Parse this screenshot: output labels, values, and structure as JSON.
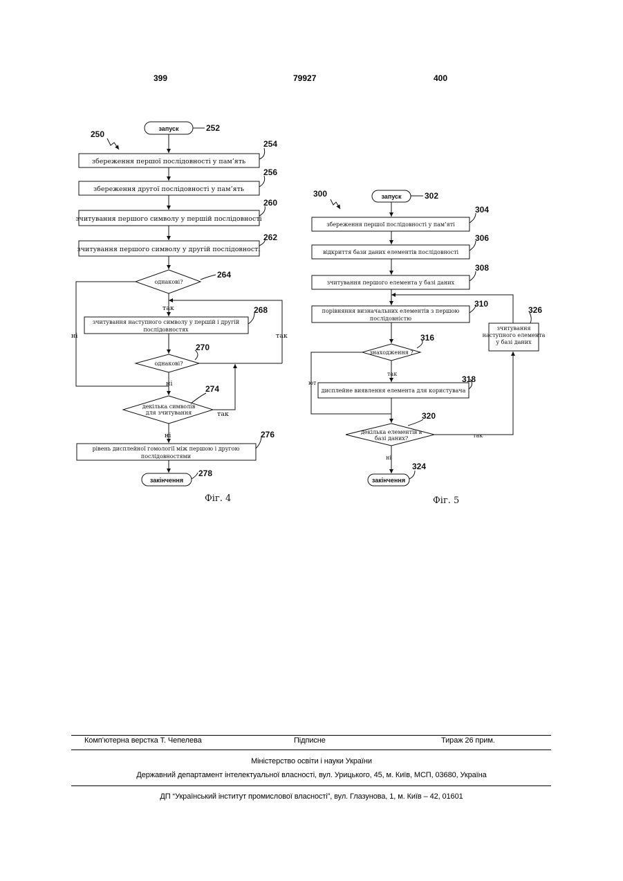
{
  "header": {
    "left_page": "399",
    "patent_number": "79927",
    "right_page": "400"
  },
  "fig4": {
    "ref": "250",
    "caption": "Фіг. 4",
    "start": {
      "label": "запуск",
      "ref": "252"
    },
    "step1": {
      "label": "збереження першої послідовності у пам’ять",
      "ref": "254"
    },
    "step2": {
      "label": "збереження другої послідовності у пам’ять",
      "ref": "256"
    },
    "step3": {
      "label": "зчитування першого символу у першій послідовності",
      "ref": "260"
    },
    "step4": {
      "label": "зчитування першого символу у другій послідовності",
      "ref": "262"
    },
    "dec1": {
      "label": "однакові?",
      "ref": "264"
    },
    "step5": {
      "line1": "зчитування наступного символу у першій і другій",
      "line2": "послідовностях",
      "ref": "268"
    },
    "dec2": {
      "label": "однакові?",
      "ref": "270"
    },
    "dec3": {
      "line1": "декілька символів",
      "line2": "для зчитування",
      "ref": "274"
    },
    "step6": {
      "line1": "рівень дисплейної гомології між першою і другою",
      "line2": "послідовностями",
      "ref": "276"
    },
    "end": {
      "label": "закінчення",
      "ref": "278"
    },
    "yes1": "так",
    "yes2": "так",
    "yes3": "так",
    "no1": "ні",
    "no2": "ні",
    "no3": "ні"
  },
  "fig5": {
    "ref": "300",
    "caption": "Фіг. 5",
    "start": {
      "label": "запуск",
      "ref": "302"
    },
    "step1": {
      "label": "збереження першої послідовності у пам’яті",
      "ref": "304"
    },
    "step2": {
      "label": "відкриття бази даних елементів послідовності",
      "ref": "306"
    },
    "step3": {
      "label": "зчитування першого елемента у базі даних",
      "ref": "308"
    },
    "step4": {
      "line1": "порівняння визначальних елементів з першою",
      "line2": "послідовністю",
      "ref": "310"
    },
    "side": {
      "line1": "зчитування",
      "line2": "наступного елемента",
      "line3": "у базі даних",
      "ref": "326"
    },
    "dec1": {
      "label": "знаходження ?",
      "ref": "316"
    },
    "step5": {
      "label": "дисплейне виявлення елемента для користувача",
      "ref": "318"
    },
    "dec2": {
      "line1": "декілька елементів в",
      "line2": "базі даних?",
      "ref": "320"
    },
    "end": {
      "label": "закінчення",
      "ref": "324"
    },
    "yes1": "так",
    "yes2": "так",
    "no_left": "ют",
    "no2": "ні"
  },
  "footer": {
    "layout": "Комп’ютерна верстка Т. Чепелева",
    "signed": "Підписне",
    "circulation": "Тираж 26 прим.",
    "ministry": "Міністерство освіти і науки України",
    "department": "Державний департамент інтелектуальної власності, вул. Урицького, 45, м. Київ, МСП, 03680, Україна",
    "institute": "ДП “Український інститут промислової власності”, вул. Глазунова, 1, м. Київ – 42, 01601"
  }
}
